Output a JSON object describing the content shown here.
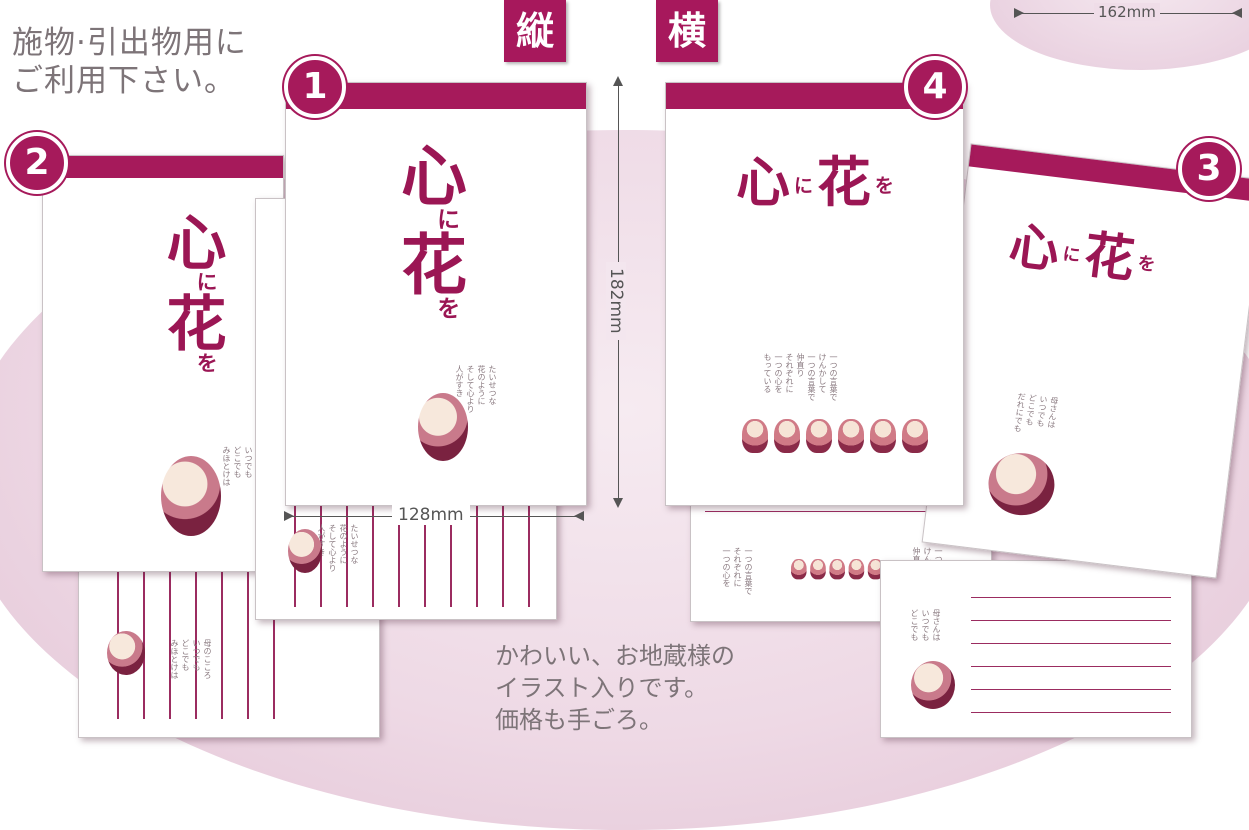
{
  "headline": {
    "line1": "施物·引出物用に",
    "line2": "ご利用下さい。"
  },
  "orientation": {
    "vertical": "縦",
    "horizontal": "横"
  },
  "dimensions": {
    "height": "182mm",
    "width_vertical": "128mm",
    "width_horizontal": "162mm"
  },
  "sheets": {
    "n1": "1",
    "n2": "2",
    "n3": "3",
    "n4": "4"
  },
  "calligraphy": {
    "kokoro": "心",
    "ni": "に",
    "hana": "花",
    "wo": "を"
  },
  "caption": {
    "line1": "かわいい、お地蔵様の",
    "line2": "イラスト入りです。",
    "line3": "価格も手ごろ。"
  },
  "colors": {
    "accent": "#a61a5b",
    "background_blob": "#eed9e5",
    "text": "#7d7478"
  }
}
